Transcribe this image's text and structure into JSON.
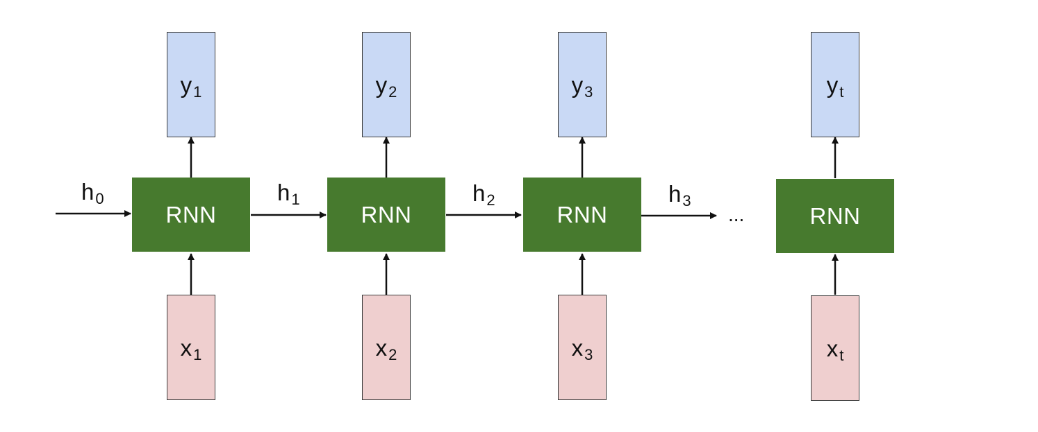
{
  "diagram": {
    "steps": [
      {
        "output": {
          "base": "y",
          "sub": "1"
        },
        "cell": "RNN",
        "input": {
          "base": "x",
          "sub": "1"
        }
      },
      {
        "output": {
          "base": "y",
          "sub": "2"
        },
        "cell": "RNN",
        "input": {
          "base": "x",
          "sub": "2"
        }
      },
      {
        "output": {
          "base": "y",
          "sub": "3"
        },
        "cell": "RNN",
        "input": {
          "base": "x",
          "sub": "3"
        }
      },
      {
        "output": {
          "base": "y",
          "sub": "t"
        },
        "cell": "RNN",
        "input": {
          "base": "x",
          "sub": "t"
        }
      }
    ],
    "hidden": [
      {
        "base": "h",
        "sub": "0"
      },
      {
        "base": "h",
        "sub": "1"
      },
      {
        "base": "h",
        "sub": "2"
      },
      {
        "base": "h",
        "sub": "3"
      }
    ],
    "ellipsis": "...",
    "colors": {
      "output_fill": "#c9d9f5",
      "input_fill": "#efcfcf",
      "cell_fill": "#477a2e",
      "cell_text": "#ffffff",
      "arrow": "#111111"
    }
  }
}
